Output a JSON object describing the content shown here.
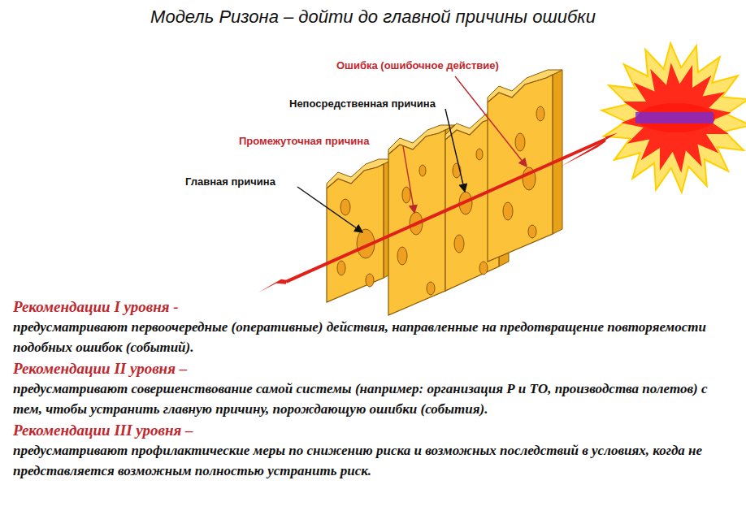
{
  "diagram": {
    "title": "Модель Ризона – дойти до главной причины ошибки",
    "labels": [
      "Ошибка (ошибочное действие)",
      "Непосредственная причина",
      "Промежуточная причина",
      "Главная причина",
      "Рекомендации I уровня -",
      "предусматривают первоочередные (оперативные) действия, направленные на предотвращение повторяемости подобных ошибок (событий).",
      "Рекомендации II уровня –",
      "предусматривают совершенствование самой системы (например: организация Р и ТО, производства полетов) с тем, чтобы устранить главную причину, порождающую ошибки (события).",
      "Рекомендации III уровня –",
      "предусматривают профилактические меры по снижению риска и возможных последствий в условиях, когда не представляется возможным полностью устранить риск."
    ]
  }
}
